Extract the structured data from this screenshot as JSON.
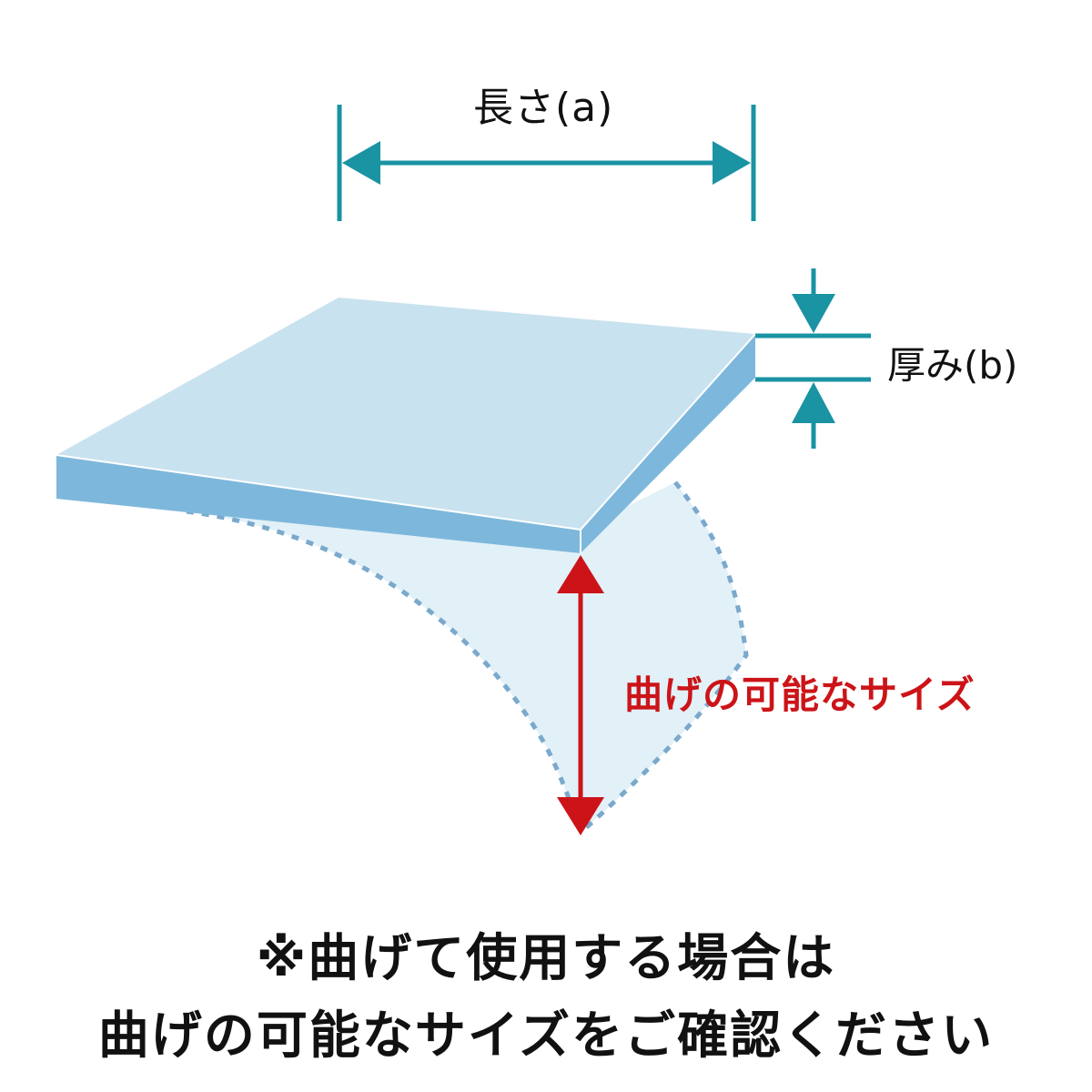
{
  "diagram": {
    "length_label": "長さ(a)",
    "thickness_label": "厚み(b)",
    "bend_label": "曲げの可能なサイズ"
  },
  "note": {
    "line1": "※曲げて使用する場合は",
    "line2": "曲げの可能なサイズをご確認ください"
  },
  "colors": {
    "dimension_teal": "#1a93a3",
    "bend_red": "#cc1418",
    "slab_top": "#c9e2ef",
    "slab_side": "#7db8dc",
    "ghost_fill": "#e2f0f8",
    "ghost_dash": "#7aa9cc"
  }
}
